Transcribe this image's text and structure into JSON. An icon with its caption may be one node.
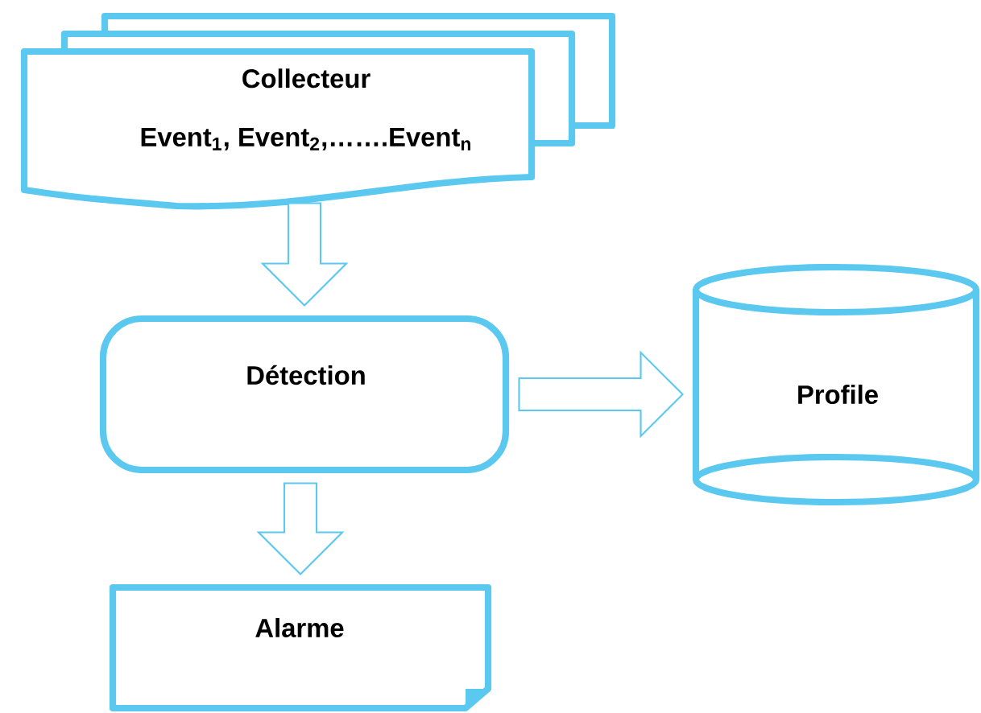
{
  "diagram": {
    "nodes": [
      {
        "text": [
          "Collecteur",
          "Event$_{1}$, Event$_{2}$,…….Event$_{n}$"
        ]
      },
      {
        "text": [
          "Détection"
        ]
      },
      {
        "text": [
          "Profile"
        ]
      },
      {
        "text": [
          "Alarme"
        ]
      }
    ],
    "edges": [
      {
        "from": 0,
        "to": 1,
        "arrow": "to"
      },
      {
        "from": 1,
        "to": 2,
        "arrow": "to"
      },
      {
        "from": 1,
        "to": 3,
        "arrow": "to"
      }
    ]
  }
}
